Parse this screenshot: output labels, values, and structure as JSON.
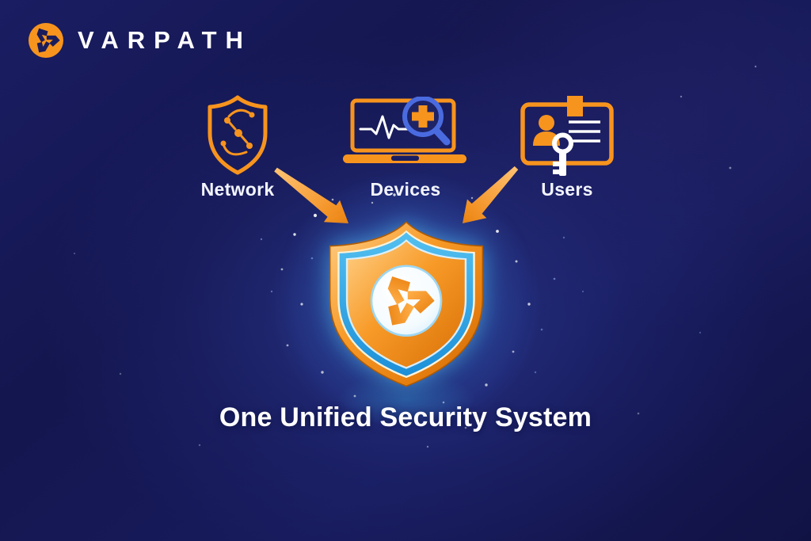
{
  "brand": {
    "name": "VARPATH",
    "logo_icon": "varpath-pinwheel-logo-icon"
  },
  "sources": [
    {
      "label": "Network",
      "icon": "network-shield-icon"
    },
    {
      "label": "Devices",
      "icon": "device-scan-icon"
    },
    {
      "label": "Users",
      "icon": "user-id-key-icon"
    }
  ],
  "center_shield": {
    "icon": "unified-shield-icon",
    "emblem_icon": "varpath-pinwheel-icon"
  },
  "headline": "One Unified Security System",
  "colors": {
    "background_navy": "#14164F",
    "brand_orange": "#F7941E",
    "accent_cyan": "#2FA8E8",
    "magnifier_blue": "#4A6BE0",
    "text_white": "#FFFFFF"
  }
}
